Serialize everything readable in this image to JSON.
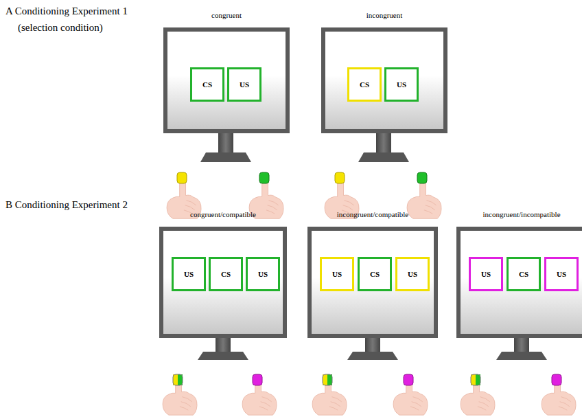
{
  "diagram": {
    "nodes": [
      {
        "text": [
          "congruent"
        ]
      },
      {
        "text": [
          "CS"
        ],
        "in": 0
      },
      {
        "text": [
          "US"
        ],
        "in": 0
      },
      {
        "text": [
          "incongruent"
        ]
      },
      {
        "text": [
          "CS"
        ],
        "in": 3
      },
      {
        "text": [
          "US"
        ],
        "in": 3
      },
      {
        "text": [
          "congruent/compatible"
        ]
      },
      {
        "text": [
          "US"
        ],
        "in": 6
      },
      {
        "text": [
          "CS"
        ],
        "in": 6
      },
      {
        "text": [
          "US"
        ],
        "in": 6
      },
      {
        "text": [
          "incongruent/compatible"
        ]
      },
      {
        "text": [
          "US"
        ],
        "in": 10
      },
      {
        "text": [
          "CS"
        ],
        "in": 10
      },
      {
        "text": [
          "US"
        ],
        "in": 10
      },
      {
        "text": [
          "incongruent/incompatible"
        ]
      },
      {
        "text": [
          "US"
        ],
        "in": 14
      },
      {
        "text": [
          "CS"
        ],
        "in": 14
      },
      {
        "text": [
          "US"
        ],
        "in": 14
      }
    ],
    "labels": [
      "A  Conditioning Experiment 1",
      "(selection condition)",
      "B  Conditioning Experiment 2"
    ]
  }
}
